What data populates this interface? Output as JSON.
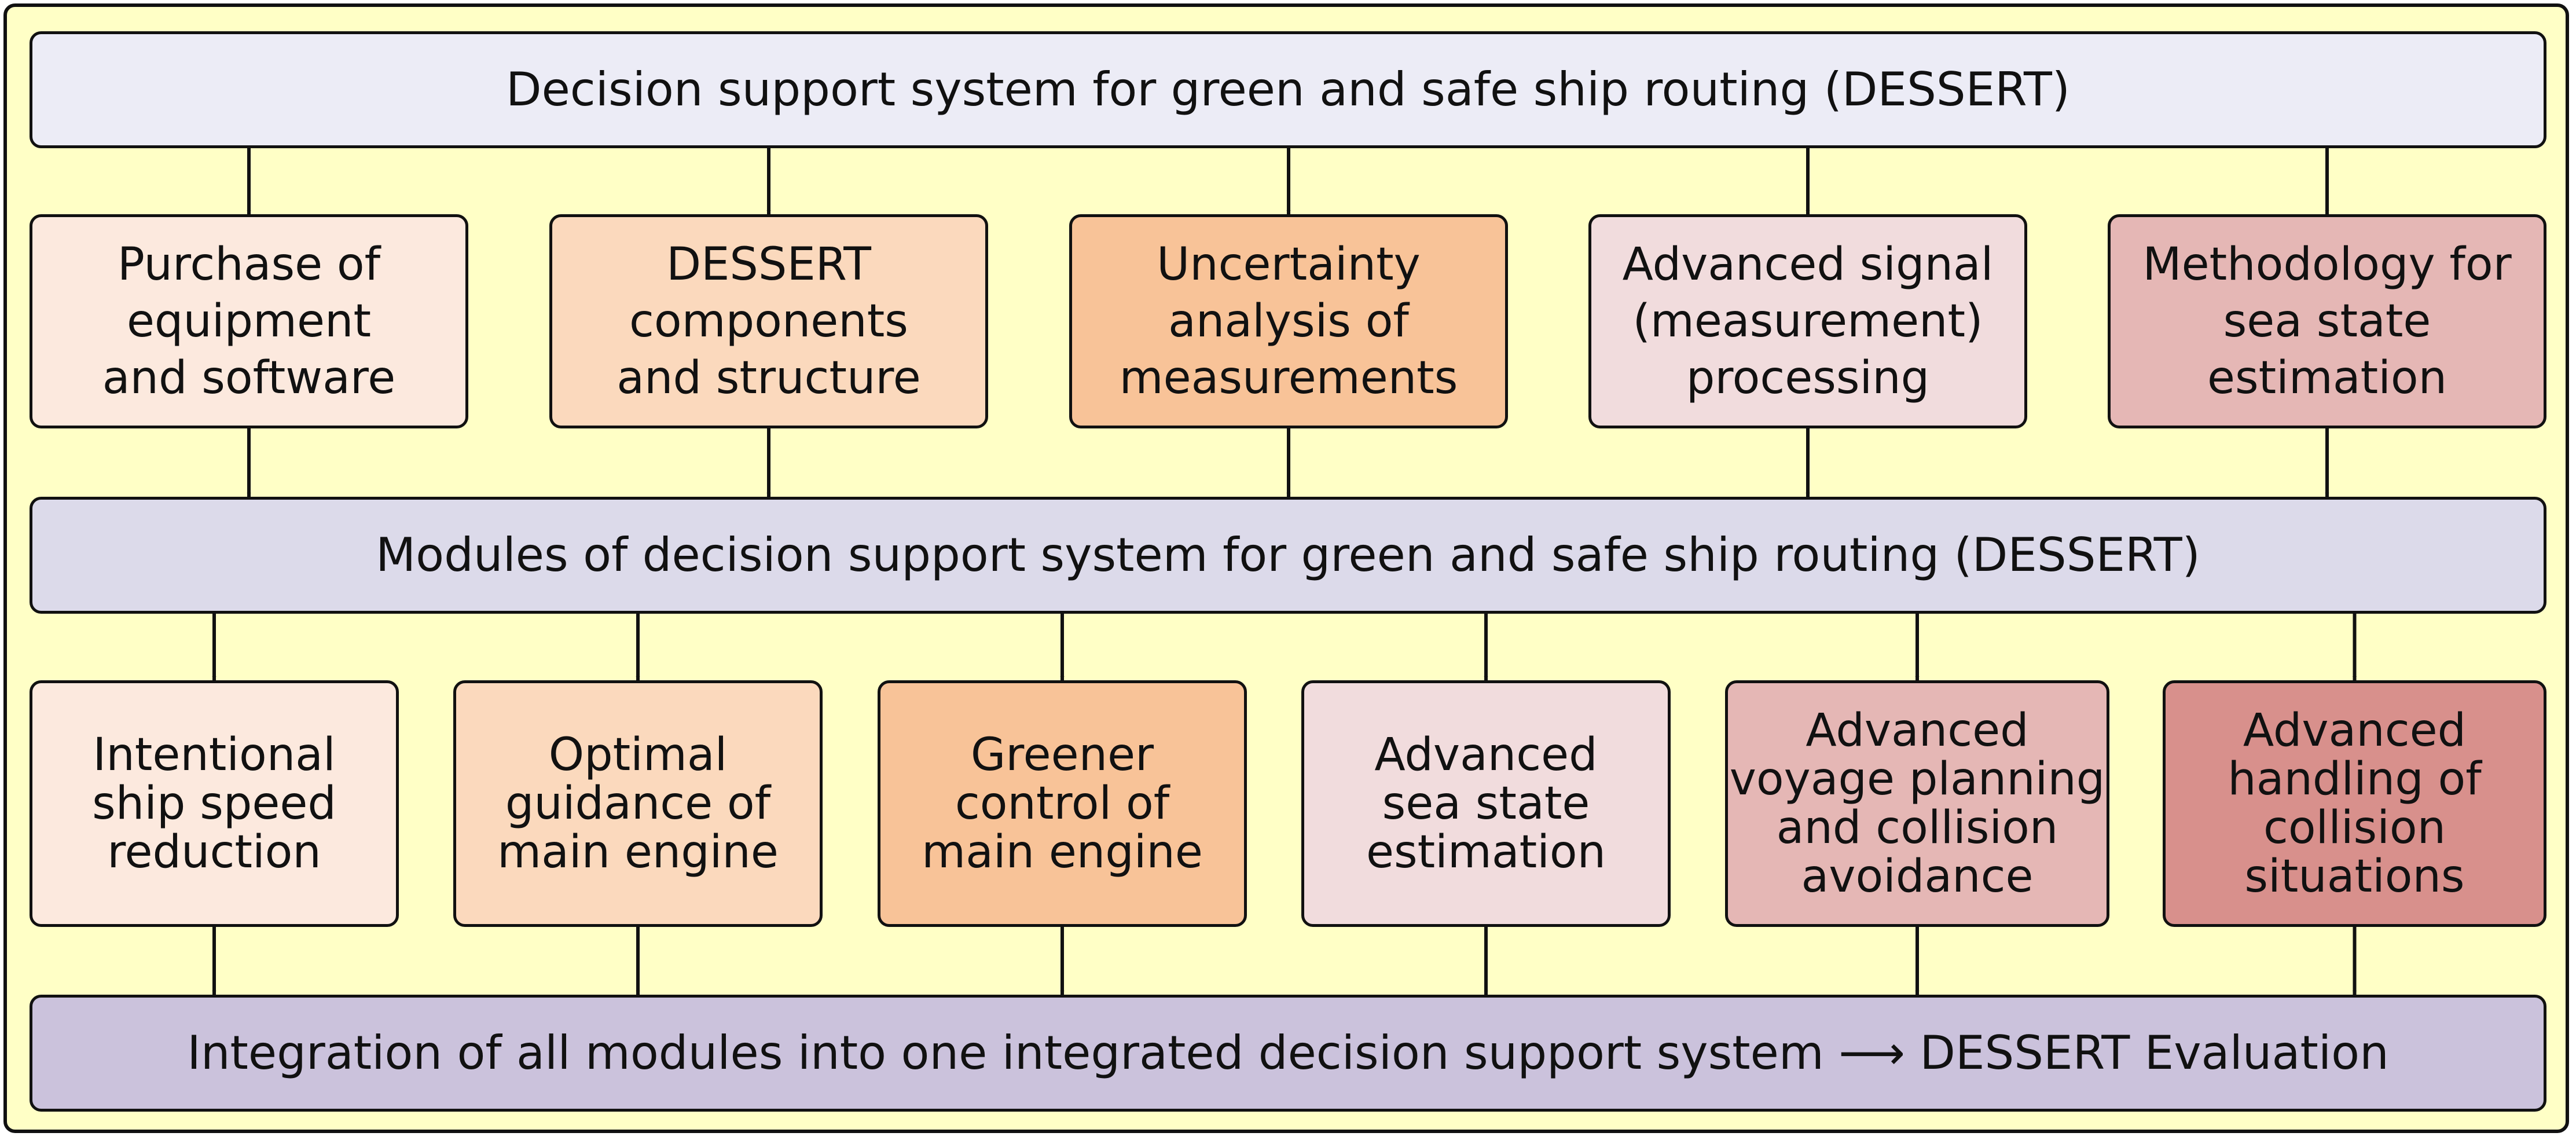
{
  "diagram": {
    "title": "Decision support system for green and safe ship routing (DESSERT)",
    "tasks": [
      {
        "label": "Purchase of\nequipment\nand software",
        "color": "#fce9de"
      },
      {
        "label": "DESSERT\ncomponents\nand structure",
        "color": "#fbd9bd"
      },
      {
        "label": "Uncertainty\nanalysis of\nmeasurements",
        "color": "#f8c398"
      },
      {
        "label": "Advanced signal\n(measurement)\nprocessing",
        "color": "#f1dcdd"
      },
      {
        "label": "Methodology for\nsea state\nestimation",
        "color": "#e5b7b5"
      }
    ],
    "modules_title": "Modules of decision support system for green and safe ship routing (DESSERT)",
    "modules": [
      {
        "label": "Intentional\nship speed\nreduction",
        "color": "#fce9de"
      },
      {
        "label": "Optimal\nguidance of\nmain engine",
        "color": "#fbd9bd"
      },
      {
        "label": "Greener\ncontrol of\nmain engine",
        "color": "#f8c398"
      },
      {
        "label": "Advanced\nsea state\nestimation",
        "color": "#f1dcdd"
      },
      {
        "label": "Advanced\nvoyage planning\nand collision\navoidance",
        "color": "#e5b7b5"
      },
      {
        "label": "Advanced\nhandling of\ncollision\nsituations",
        "color": "#d8908c"
      }
    ],
    "integration_title": "Integration of all modules into one integrated decision support system ⟶ DESSERT Evaluation",
    "colors": {
      "frame_bg": "#ffffc6",
      "top_banner": "#ececf6",
      "modules_banner": "#dcdaea",
      "integration_banner": "#cbc2dc",
      "stroke": "#111111"
    }
  }
}
